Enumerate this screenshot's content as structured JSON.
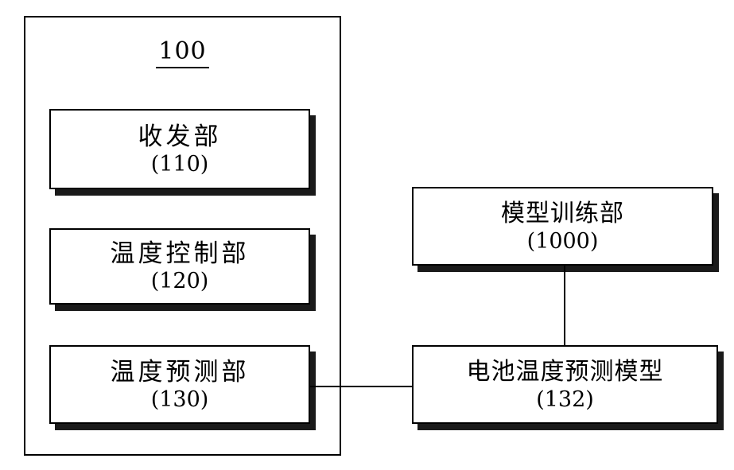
{
  "figure": {
    "type": "block-diagram",
    "system": {
      "ref": "100",
      "blocks": [
        {
          "id": "transceiver",
          "title": "收发部",
          "ref": "(110)"
        },
        {
          "id": "temp-control",
          "title": "温度控制部",
          "ref": "(120)"
        },
        {
          "id": "temp-predict",
          "title": "温度预测部",
          "ref": "(130)"
        }
      ]
    },
    "external_blocks": [
      {
        "id": "model-train",
        "title": "模型训练部",
        "ref": "(1000)"
      },
      {
        "id": "battery-model",
        "title": "电池温度预测模型",
        "ref": "(132)"
      }
    ],
    "connectors": [
      {
        "id": "model-to-battery",
        "from": "模型训练部",
        "to": "电池温度预测模型",
        "orientation": "vertical"
      },
      {
        "id": "predict-to-model",
        "from": "温度预测部",
        "to": "电池温度预测模型",
        "orientation": "horizontal"
      }
    ],
    "colors": {
      "line": "#000000",
      "background": "#ffffff",
      "shadow": "#1a1a1a"
    }
  }
}
